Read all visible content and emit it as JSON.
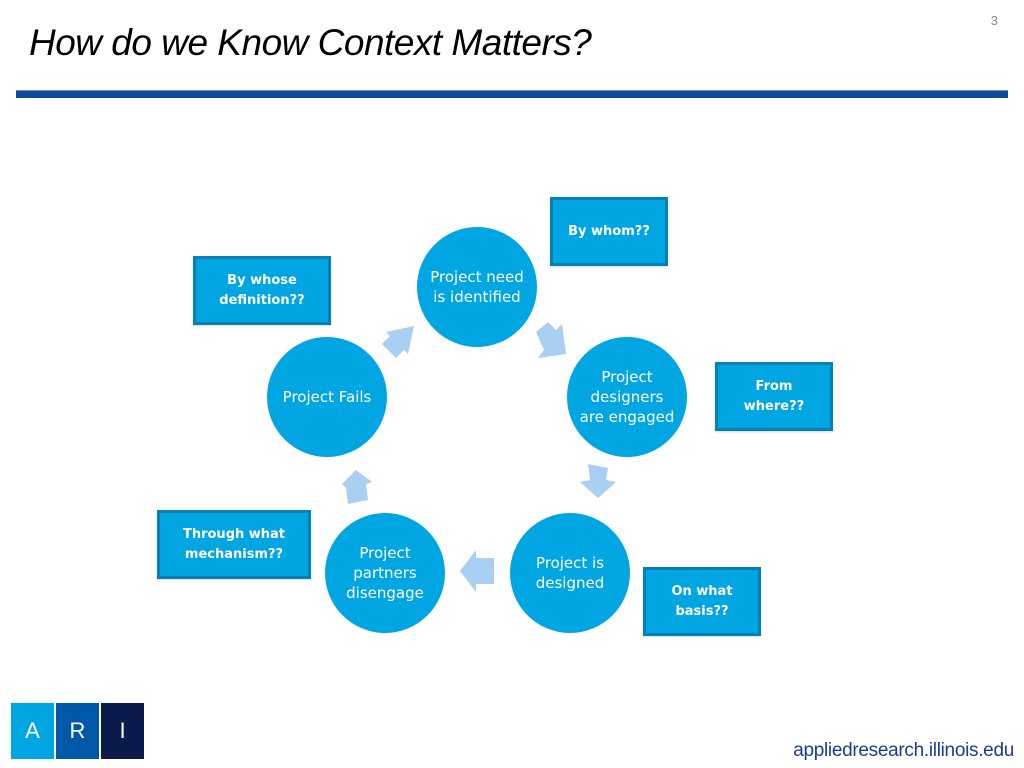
{
  "slide": {
    "number": "3",
    "title": "How do we Know Context Matters?"
  },
  "colors": {
    "node_fill": "#00a6e2",
    "box_fill": "#00a6e2",
    "box_border": "#0880b6",
    "arrow_fill": "#a9cff3",
    "title_rule": "#0d4a9a",
    "url_text": "#1a3d8f"
  },
  "cycle": {
    "nodes": [
      {
        "id": "need",
        "label": "Project need is identified"
      },
      {
        "id": "designers",
        "label": "Project designers are engaged"
      },
      {
        "id": "designed",
        "label": "Project is designed"
      },
      {
        "id": "disengage",
        "label": "Project partners disengage"
      },
      {
        "id": "fails",
        "label": "Project Fails"
      }
    ],
    "questions": [
      {
        "attached_to": "need",
        "label": "By whom??"
      },
      {
        "attached_to": "fails",
        "label": "By whose definition??"
      },
      {
        "attached_to": "designers",
        "label": "From where??"
      },
      {
        "attached_to": "disengage",
        "label": "Through what mechanism??"
      },
      {
        "attached_to": "designed",
        "label": "On what basis??"
      }
    ]
  },
  "footer": {
    "logo": {
      "letters": [
        "A",
        "R",
        "I"
      ],
      "colors": [
        "#00a6e2",
        "#0058a8",
        "#0a1a4a"
      ]
    },
    "url": "appliedresearch.illinois.edu"
  }
}
